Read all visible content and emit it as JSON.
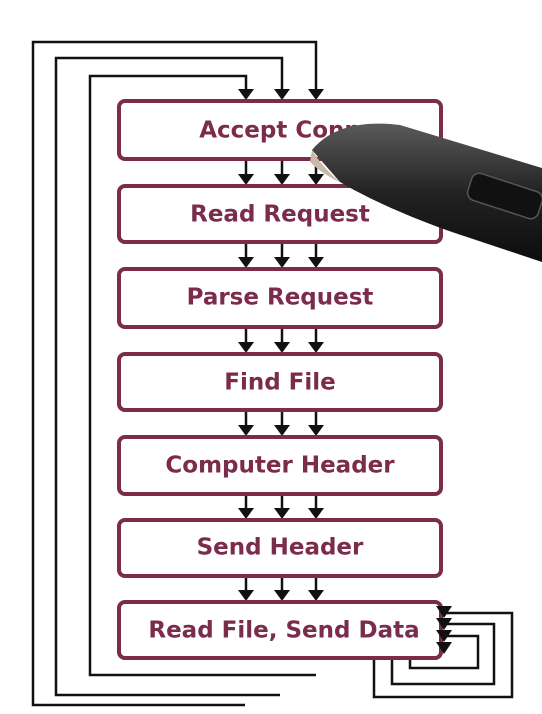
{
  "diagram": {
    "stages": [
      {
        "id": "accept",
        "label": "Accept Conn"
      },
      {
        "id": "read",
        "label": "Read Request"
      },
      {
        "id": "parse",
        "label": "Parse Request"
      },
      {
        "id": "find",
        "label": "Find File"
      },
      {
        "id": "header",
        "label": "Computer Header"
      },
      {
        "id": "send-header",
        "label": "Send Header"
      },
      {
        "id": "send-data",
        "label": "Read File, Send Data"
      }
    ],
    "threads_per_link": 3,
    "colors": {
      "stage_border": "#7a2c4a",
      "stage_text": "#7a2c4a",
      "wire": "#111111",
      "pen_body": "#2b2b2b"
    }
  }
}
